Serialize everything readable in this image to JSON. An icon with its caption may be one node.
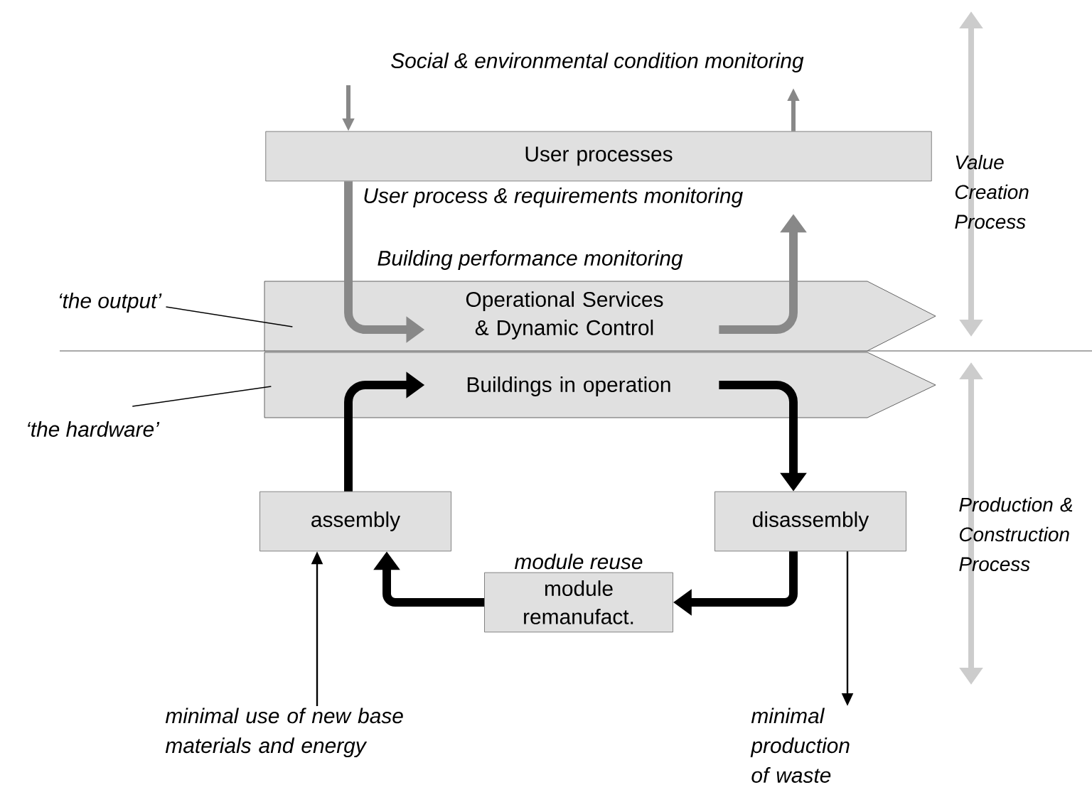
{
  "diagram": {
    "nodes": [
      {
        "text": [
          "User processes"
        ]
      },
      {
        "text": [
          "‘the output’"
        ]
      },
      {
        "text": [
          "Operational Services & Dynamic Control"
        ]
      },
      {
        "text": [
          "‘the hardware’"
        ]
      },
      {
        "text": [
          "Buildings in operation"
        ]
      },
      {
        "text": [
          "assembly"
        ]
      },
      {
        "text": [
          "disassembly"
        ]
      },
      {
        "text": [
          "module remanufact."
        ],
        "beside": [
          "module reuse"
        ]
      },
      {
        "text": [
          "minimal use of new base materials and energy"
        ]
      },
      {
        "text": [
          "minimal production of waste"
        ]
      }
    ],
    "edges": [
      {
        "from": null,
        "to": 0,
        "arrow": "to",
        "color": "#888888"
      },
      {
        "from": 0,
        "to": null,
        "arrow": "to",
        "color": "#888888"
      },
      {
        "from": 0,
        "to": 2,
        "arrow": "to",
        "style": "thick",
        "color": "#888888"
      },
      {
        "from": 2,
        "to": 0,
        "arrow": "to",
        "style": "thick",
        "color": "#888888"
      },
      {
        "from": 5,
        "to": 4,
        "arrow": "to",
        "style": "thick"
      },
      {
        "from": 4,
        "to": 6,
        "arrow": "to",
        "style": "thick"
      },
      {
        "from": 6,
        "to": 7,
        "arrow": "to",
        "style": "thick"
      },
      {
        "from": 7,
        "to": 5,
        "arrow": "to",
        "style": "thick"
      },
      {
        "from": 8,
        "to": 5,
        "arrow": "to"
      },
      {
        "from": 6,
        "to": 9,
        "arrow": "to"
      },
      {
        "from": 1,
        "to": 2,
        "arrow": "none"
      },
      {
        "from": 3,
        "to": 4,
        "arrow": "none"
      }
    ],
    "labels": [
      "Social & environmental condition monitoring",
      "User process & requirements monitoring",
      "Building performance monitoring",
      "Value Creation Process",
      "Production & Construction Process"
    ]
  }
}
